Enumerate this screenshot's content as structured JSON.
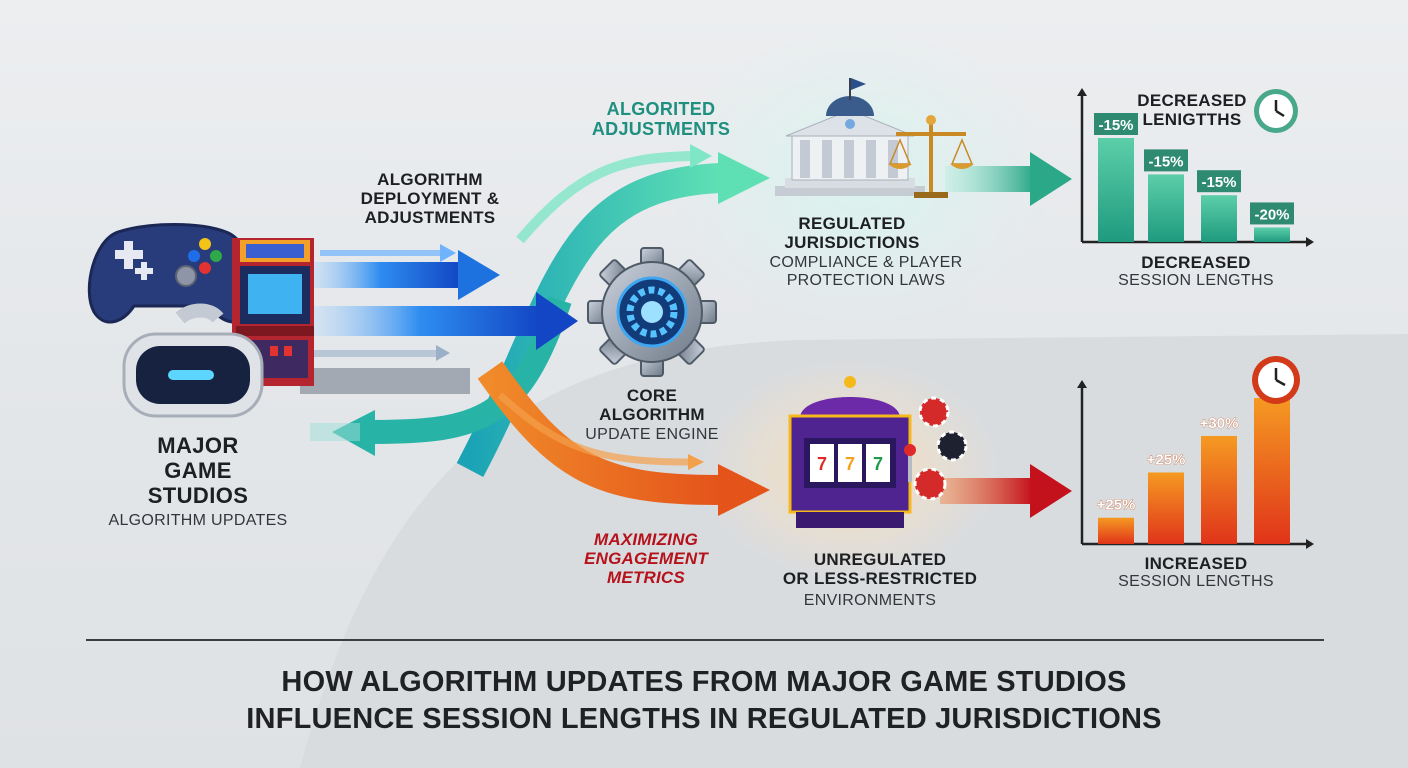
{
  "studios": {
    "title_lines": [
      "MAJOR",
      "GAME",
      "STUDIOS"
    ],
    "subtitle": "ALGORITHM UPDATES"
  },
  "deployment": {
    "lines": [
      "ALGORITHM",
      "DEPLOYMENT &",
      "ADJUSTMENTS"
    ]
  },
  "adjustments": {
    "lines": [
      "ALGORITED",
      "ADJUSTMENTS"
    ]
  },
  "engine": {
    "title_lines": [
      "CORE",
      "ALGORITHM"
    ],
    "subtitle": "UPDATE ENGINE"
  },
  "regulated": {
    "title_lines": [
      "REGULATED",
      "JURISDICTIONS"
    ],
    "subtitle_lines": [
      "COMPLIANCE & PLAYER",
      "PROTECTION LAWS"
    ]
  },
  "unregulated": {
    "title_lines": [
      "UNREGULATED",
      "OR LESS-RESTRICTED"
    ],
    "subtitle": "ENVIRONMENTS"
  },
  "engagement": {
    "lines": [
      "MAXIMIZING",
      "ENGAGEMENT",
      "METRICS"
    ]
  },
  "colors": {
    "teal": "#2bb59f",
    "blue": "#1565d8",
    "orange": "#ee6a1a",
    "red": "#c2141c",
    "navy": "#26346e"
  },
  "chart_data": [
    {
      "type": "bar",
      "title": "DECREASED LENIGTTHS",
      "caption_lines": [
        "DECREASED",
        "SESSION LENGTHS"
      ],
      "categories": [
        "",
        "",
        "",
        ""
      ],
      "values": [
        -15,
        -15,
        -15,
        -20
      ],
      "labels": [
        "-15%",
        "-15%",
        "-15%",
        "-20%"
      ],
      "bar_heights_relative": [
        1.0,
        0.65,
        0.45,
        0.14
      ],
      "icon": "clock-icon",
      "grid": false
    },
    {
      "type": "bar",
      "title": "",
      "caption_lines": [
        "INCREASED",
        "SESSION LENGTHS"
      ],
      "categories": [
        "",
        "",
        "",
        ""
      ],
      "values": [
        25,
        25,
        30,
        null
      ],
      "labels": [
        "+25%",
        "+25%",
        "+30%",
        ""
      ],
      "bar_heights_relative": [
        0.18,
        0.49,
        0.74,
        1.0
      ],
      "icon": "clock-icon",
      "grid": false
    }
  ],
  "footer": {
    "title_lines": [
      "HOW ALGORITHM UPDATES FROM MAJOR GAME STUDIOS",
      "INFLUENCE SESSION LENGTHS IN REGULATED JURISDICTIONS"
    ]
  }
}
